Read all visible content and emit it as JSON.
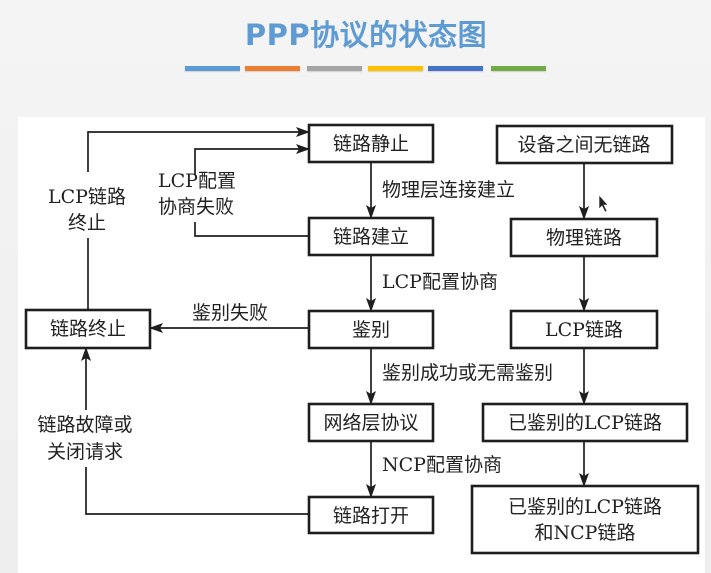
{
  "slide": {
    "title": "PPP协议的状态图",
    "accent_bars": [
      "#5b9bd5",
      "#ed7d31",
      "#a5a5a5",
      "#ffc000",
      "#4472c4",
      "#70ad47"
    ]
  },
  "diagram": {
    "states": {
      "link_dead": "链路静止",
      "link_establish": "链路建立",
      "authenticate": "鉴别",
      "network_layer_protocol": "网络层协议",
      "link_open": "链路打开",
      "link_terminate": "链路终止"
    },
    "transitions": {
      "physical_layer_up": "物理层连接建立",
      "lcp_negotiation": "LCP配置协商",
      "auth_success": "鉴别成功或无需鉴别",
      "ncp_negotiation": "NCP配置协商",
      "auth_fail": "鉴别失败",
      "lcp_negotiation_fail": [
        "LCP配置",
        "协商失败"
      ],
      "lcp_link_terminated": [
        "LCP链路",
        "终止"
      ],
      "link_failure_or_close": [
        "链路故障或",
        "关闭请求"
      ]
    },
    "link_conditions": {
      "no_link": "设备之间无链路",
      "physical_link": "物理链路",
      "lcp_link": "LCP链路",
      "authenticated_lcp_link": "已鉴别的LCP链路",
      "authenticated_lcp_and_ncp_link": [
        "已鉴别的LCP链路",
        "和NCP链路"
      ]
    }
  }
}
